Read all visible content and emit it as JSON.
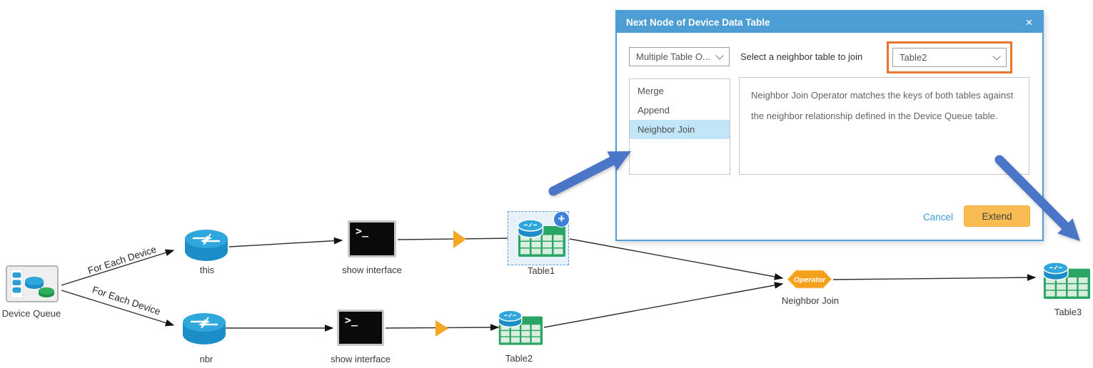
{
  "dialog": {
    "title": "Next Node of Device Data Table",
    "close_icon": "✕",
    "type_dropdown_value": "Multiple Table O...",
    "neighbor_label": "Select a neighbor table to join",
    "neighbor_dropdown_value": "Table2",
    "operators": [
      "Merge",
      "Append",
      "Neighbor Join"
    ],
    "selected_operator": "Neighbor Join",
    "description": "Neighbor Join Operator matches the keys of both tables against the neighbor relationship defined in the Device Queue table.",
    "cancel_label": "Cancel",
    "extend_label": "Extend"
  },
  "flow": {
    "edge_labels": {
      "top": "For Each Device",
      "bottom": "For Each Device"
    },
    "nodes": {
      "device_queue": "Device Queue",
      "router_this": "this",
      "command_top": "show interface",
      "table1": "Table1",
      "router_nbr": "nbr",
      "command_bottom": "show interface",
      "table2": "Table2",
      "operator_badge": "Operator",
      "operator": "Neighbor Join",
      "table3": "Table3"
    },
    "terminal_prompt": ">_",
    "add_badge": "+"
  },
  "colors": {
    "dialog_header_blue": "#4D9ED5",
    "selection_highlight_blue": "#C2E5F8",
    "annotation_orange_border": "#E8762C",
    "extend_button_orange": "#F8BC52",
    "annotation_arrow_blue": "#4B75C7",
    "table_green": "#2BA563",
    "router_blue": "#2FA7DC",
    "operator_hexagon_orange": "#F5A01B",
    "flow_marker_orange": "#F5A623"
  }
}
